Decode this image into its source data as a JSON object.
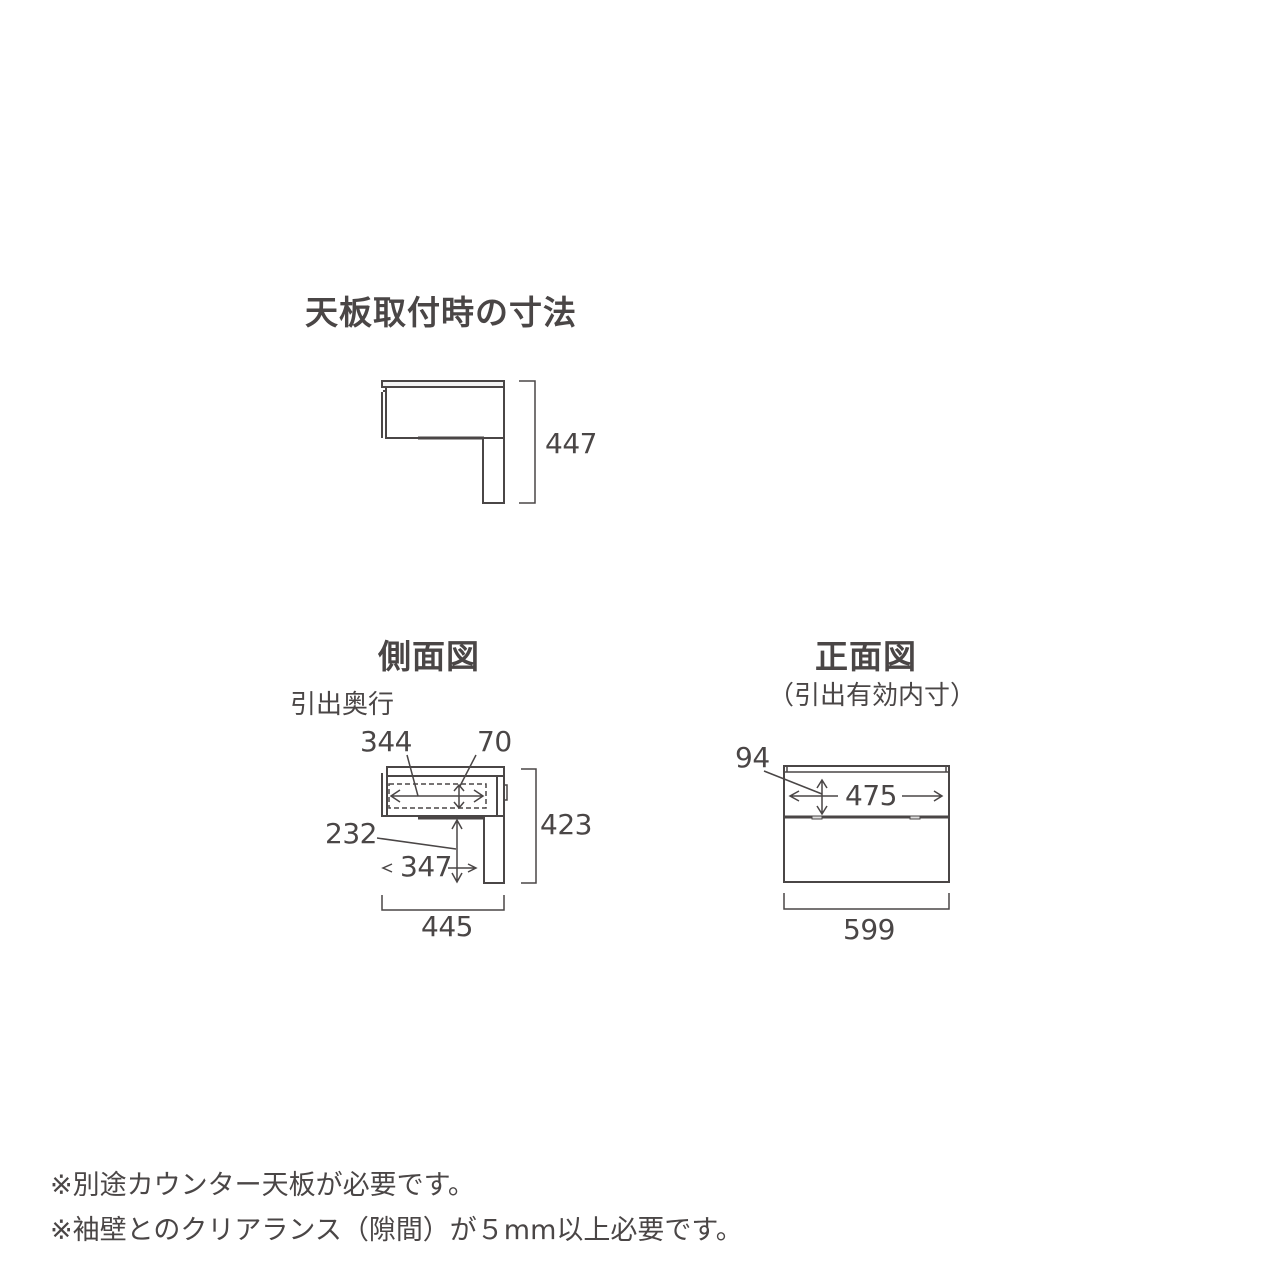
{
  "top_view": {
    "title": "天板取付時の寸法",
    "height_dim": "447"
  },
  "side_view": {
    "title": "側面図",
    "label": "引出奥行",
    "dims": {
      "drawer_depth": "344",
      "drawer_height": "70",
      "lower_height": "232",
      "lower_depth": "347",
      "total_height": "423",
      "total_depth": "445"
    }
  },
  "front_view": {
    "title": "正面図",
    "subtitle": "（引出有効内寸）",
    "dims": {
      "drawer_height": "94",
      "drawer_width": "475",
      "total_width": "599"
    }
  },
  "notes": [
    "※別途カウンター天板が必要です。",
    "※袖壁とのクリアランス（隙間）が５mm以上必要です。"
  ],
  "colors": {
    "line": "#4a4646",
    "text": "#4a4646",
    "background": "#ffffff"
  }
}
